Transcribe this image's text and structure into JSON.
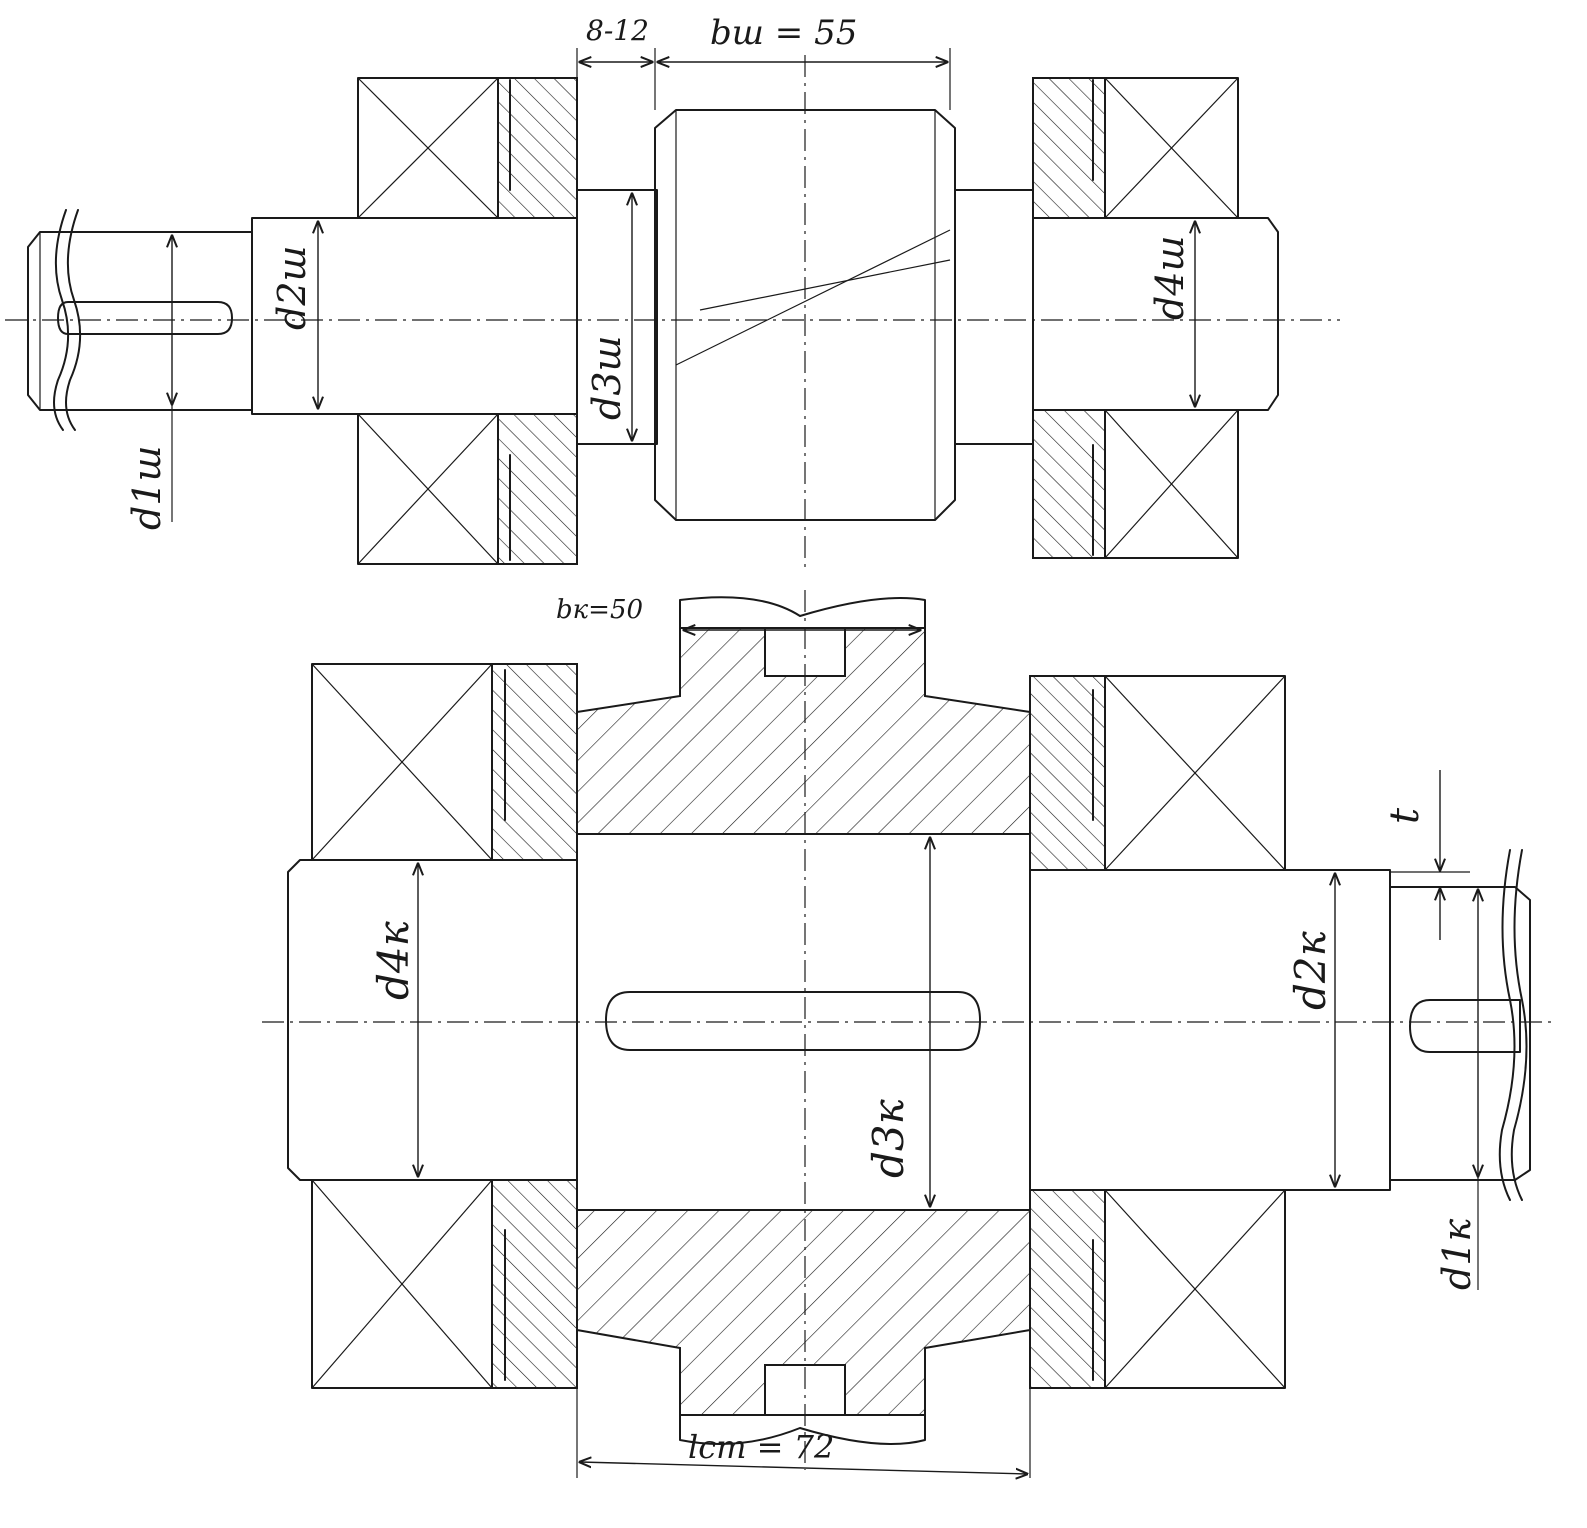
{
  "drawing": {
    "pinion_shaft_dims": {
      "gap": "8-12",
      "gear_width": "bш = 55",
      "d1": "d1ш",
      "d2": "d2ш",
      "d3": "d3ш",
      "d4": "d4ш"
    },
    "wheel_shaft_dims": {
      "gear_width": "bк=50",
      "hub_length": "lст = 72",
      "d1": "d1к",
      "d2": "d2к",
      "d3": "d3к",
      "d4": "d4к",
      "key_depth": "t"
    }
  }
}
